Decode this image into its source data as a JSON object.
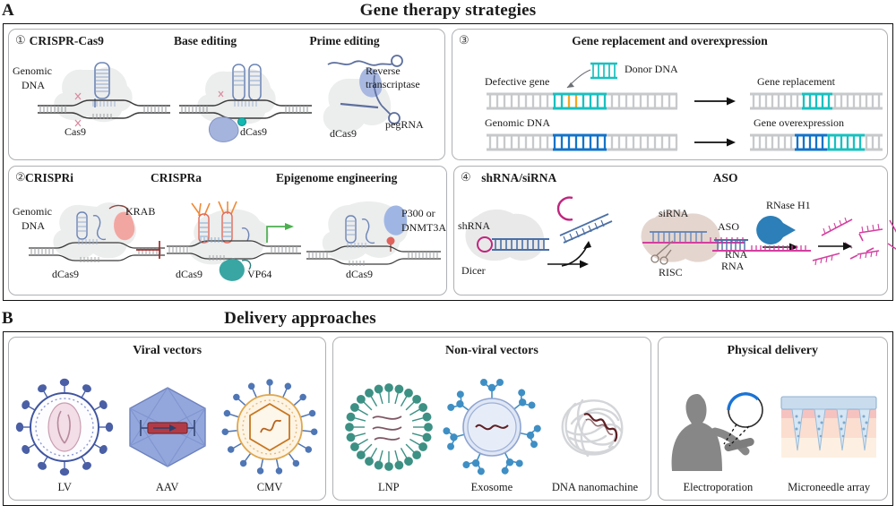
{
  "figure": {
    "panelA": {
      "letter": "A",
      "title": "Gene therapy strategies",
      "group1": {
        "number": "①",
        "subpanels": [
          {
            "title": "CRISPR-Cas9",
            "labels": [
              "Genomic",
              "DNA",
              "Cas9"
            ]
          },
          {
            "title": "Base editing",
            "labels": [
              "dCas9"
            ]
          },
          {
            "title": "Prime editing",
            "labels": [
              "Reverse",
              "transcriptase",
              "pegRNA",
              "dCas9"
            ]
          }
        ]
      },
      "group3": {
        "number": "③",
        "title": "Gene replacement and overexpression",
        "labels": {
          "donor_dna": "Donor DNA",
          "defective_gene": "Defective gene",
          "genomic_dna": "Genomic DNA",
          "gene_replacement": "Gene replacement",
          "gene_overexpression": "Gene overexpression"
        },
        "colors": {
          "donor": "#19c0bf",
          "defect": "#f5a623",
          "native": "#1473c8",
          "backbone": "#c7c9cb"
        }
      },
      "group2": {
        "number": "②",
        "subpanels": [
          {
            "title": "CRISPRi",
            "labels": [
              "Genomic",
              "DNA",
              "KRAB",
              "dCas9"
            ]
          },
          {
            "title": "CRISPRa",
            "labels": [
              "dCas9",
              "VP64"
            ]
          },
          {
            "title": "Epigenome engineering",
            "labels": [
              "P300 or",
              "DNMT3A",
              "dCas9"
            ]
          }
        ]
      },
      "group4": {
        "number": "④",
        "subpanels": [
          {
            "title": "shRNA/siRNA",
            "labels": [
              "shRNA",
              "Dicer",
              "siRNA",
              "RISC",
              "RNA"
            ]
          },
          {
            "title": "ASO",
            "labels": [
              "RNase H1",
              "ASO",
              "RNA"
            ]
          }
        ]
      }
    },
    "panelB": {
      "letter": "B",
      "title": "Delivery approaches",
      "cards": [
        {
          "title": "Viral vectors",
          "items": [
            {
              "caption": "LV",
              "icon": "lentivirus-icon"
            },
            {
              "caption": "AAV",
              "icon": "aav-capsid-icon"
            },
            {
              "caption": "CMV",
              "icon": "cytomegalovirus-icon"
            }
          ]
        },
        {
          "title": "Non-viral vectors",
          "items": [
            {
              "caption": "LNP",
              "icon": "lipid-nanoparticle-icon"
            },
            {
              "caption": "Exosome",
              "icon": "exosome-icon"
            },
            {
              "caption": "DNA nanomachine",
              "icon": "dna-nanomachine-icon"
            }
          ]
        },
        {
          "title": "Physical delivery",
          "items": [
            {
              "caption": "Electroporation",
              "icon": "electroporation-icon"
            },
            {
              "caption": "Microneedle array",
              "icon": "microneedle-array-icon"
            }
          ]
        }
      ]
    }
  }
}
